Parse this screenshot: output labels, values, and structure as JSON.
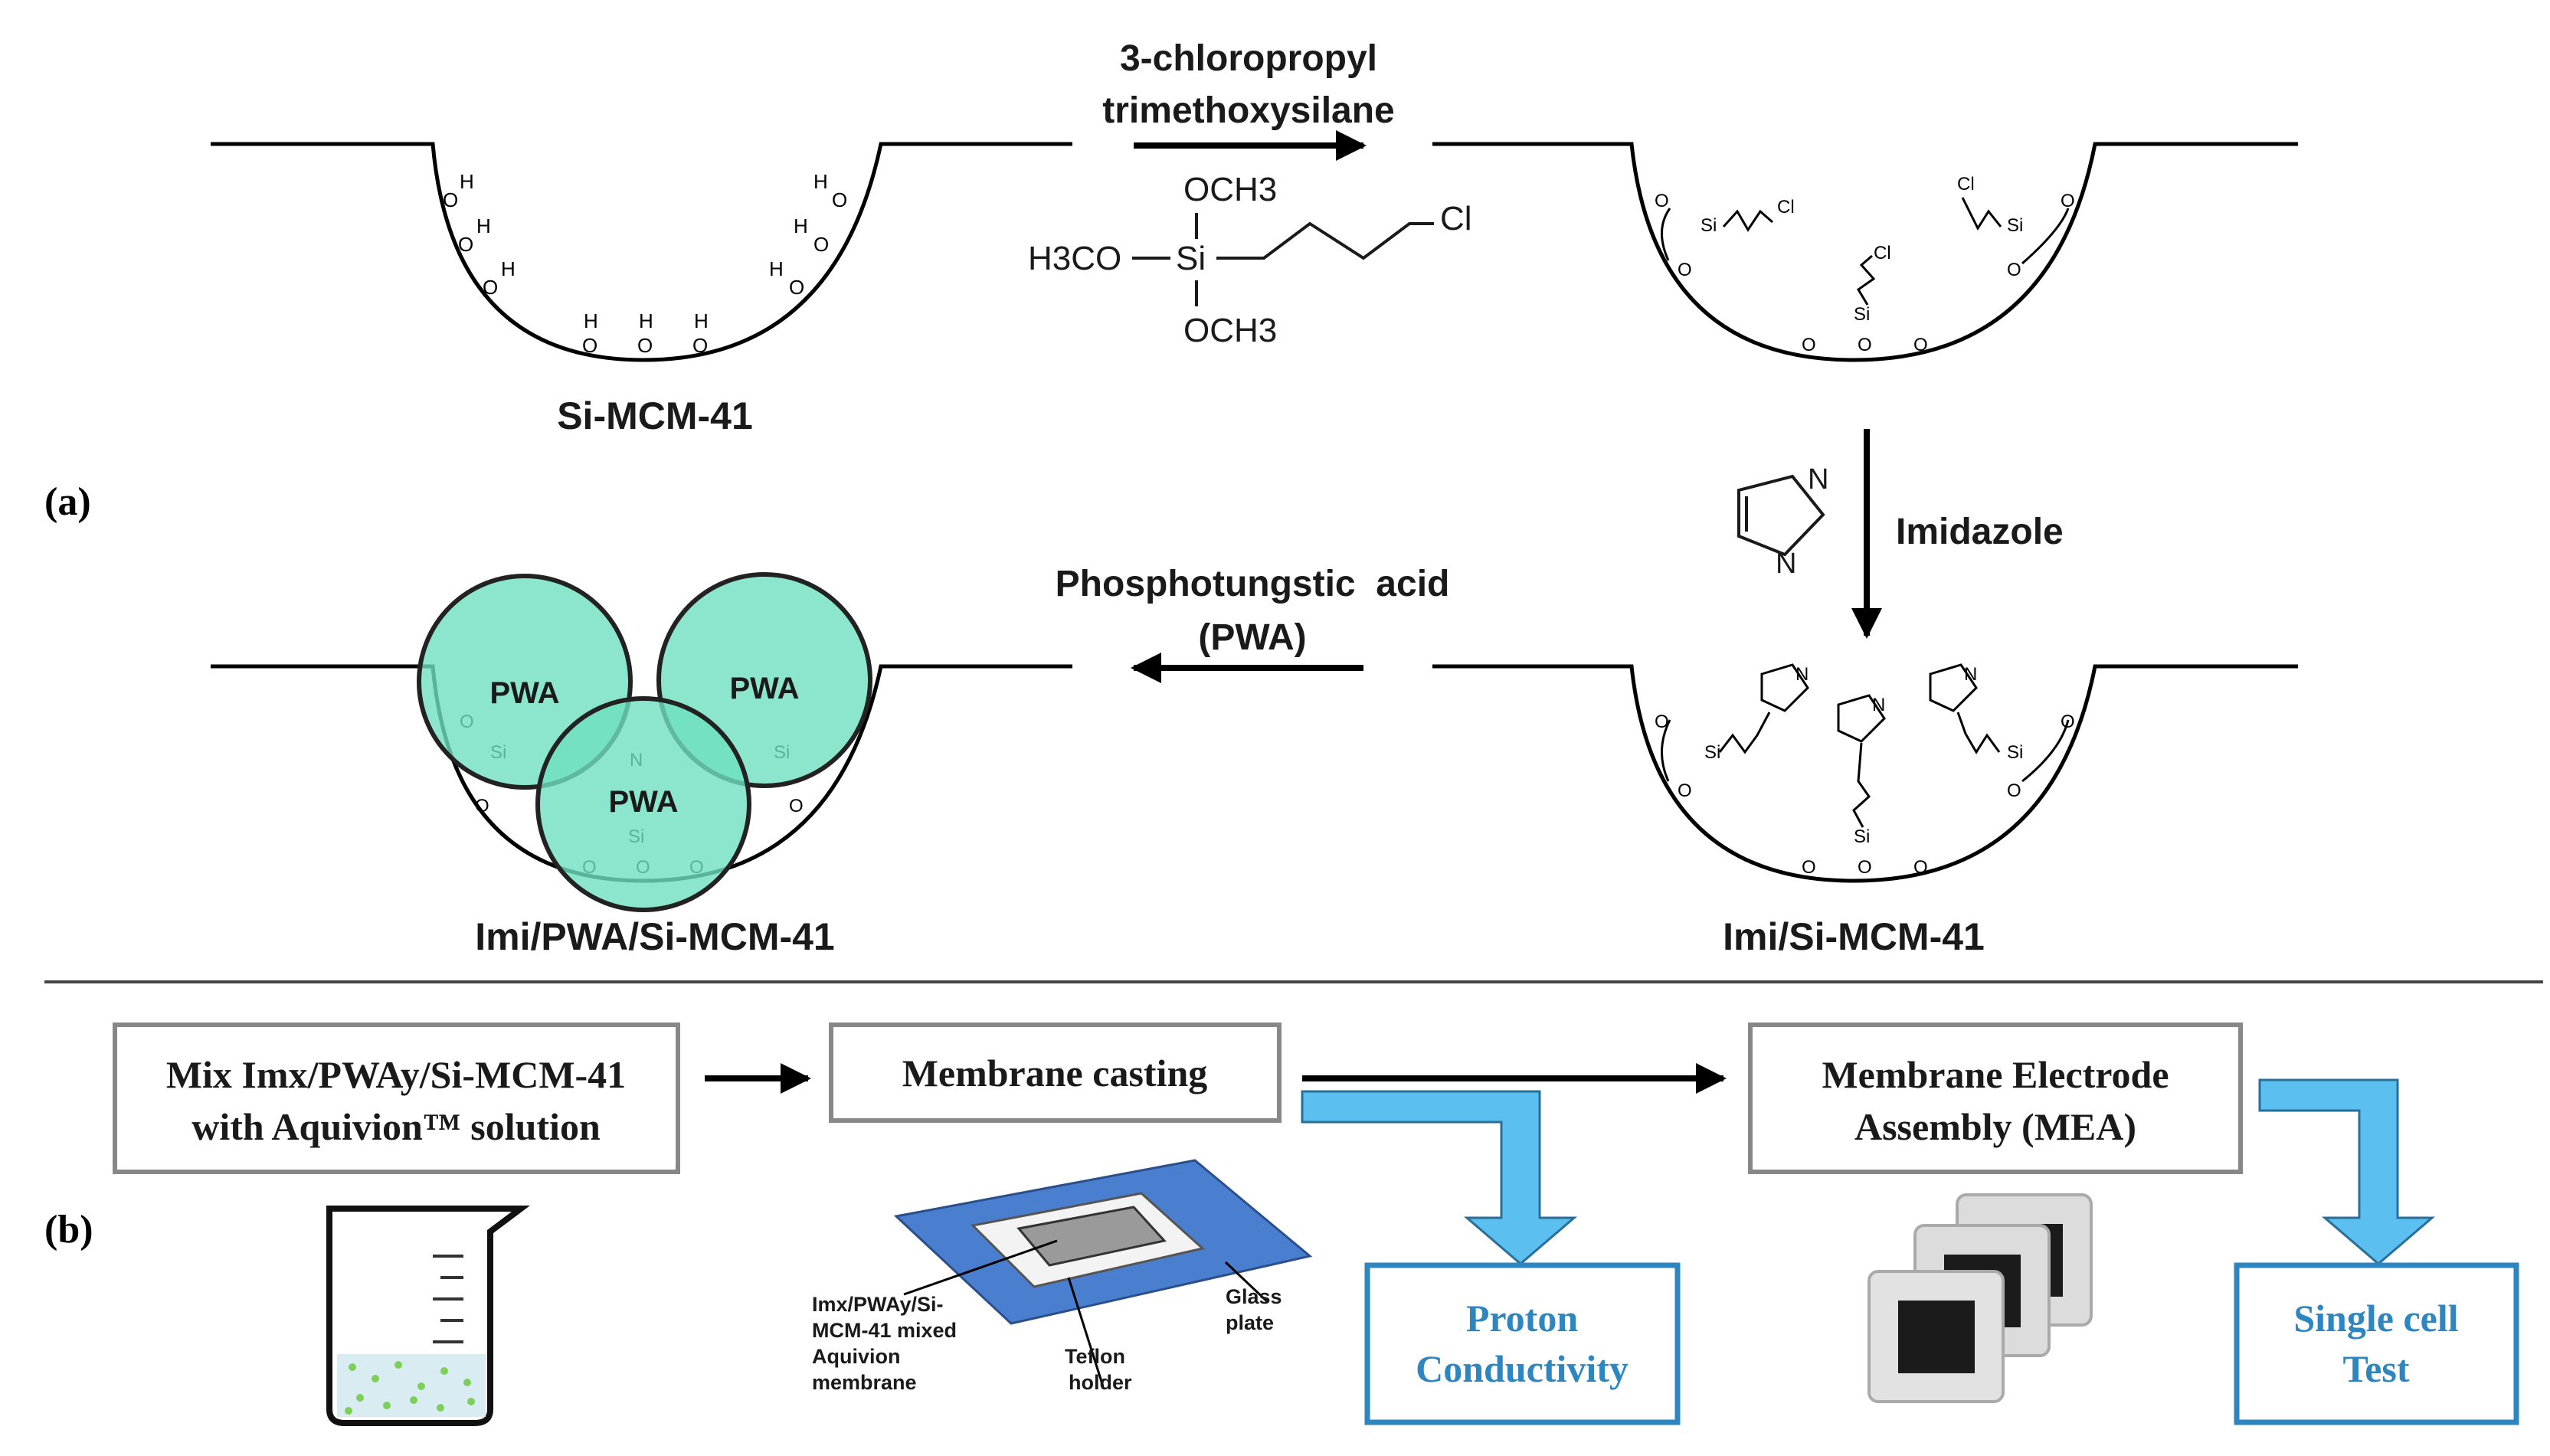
{
  "panel_a": {
    "label": "(a)",
    "reagent1": {
      "line1": "3-chloropropyl",
      "line2": "trimethoxysilane"
    },
    "silane": {
      "och3_top": "OCH3",
      "h3co": "H3CO",
      "si": "Si",
      "och3_bottom": "OCH3",
      "cl": "Cl"
    },
    "reagent2": "Imidazole",
    "reagent3": {
      "line1": "Phosphotungstic  acid",
      "line2": "(PWA)"
    },
    "imidazole_n_top": "N",
    "imidazole_n_bottom": "N",
    "pore_labels": {
      "si_mcm41": "Si-MCM-41",
      "imi_si_mcm41": "Imi/Si-MCM-41",
      "imi_pwa_si_mcm41": "Imi/PWA/Si-MCM-41"
    },
    "pwa_label": "PWA",
    "atoms": {
      "o": "O",
      "h": "H",
      "si": "Si",
      "cl": "Cl",
      "n": "N"
    }
  },
  "panel_b": {
    "label": "(b)",
    "step_mix": {
      "line1": "Mix Imx/PWAy/Si-MCM-41",
      "line2": "with Aquivion™ solution"
    },
    "step_casting": "Membrane casting",
    "step_mea": {
      "line1": "Membrane Electrode",
      "line2": "Assembly (MEA)"
    },
    "result_proton": {
      "line1": "Proton",
      "line2": "Conductivity"
    },
    "result_single": {
      "line1": "Single cell",
      "line2": "Test"
    },
    "casting_labels": {
      "membrane": [
        "Imx/PWAy/Si-",
        "MCM-41 mixed",
        "Aquivion",
        "membrane"
      ],
      "teflon": [
        "Teflon",
        "holder"
      ],
      "glass": [
        "Glass",
        "plate"
      ]
    }
  },
  "colors": {
    "pwa_fill": "#6fe0c0",
    "blue_arrow": "#5bc0f0",
    "result_text": "#2e86c1",
    "result_border": "#2e86c1",
    "glass_plate": "#4a7fd0"
  }
}
